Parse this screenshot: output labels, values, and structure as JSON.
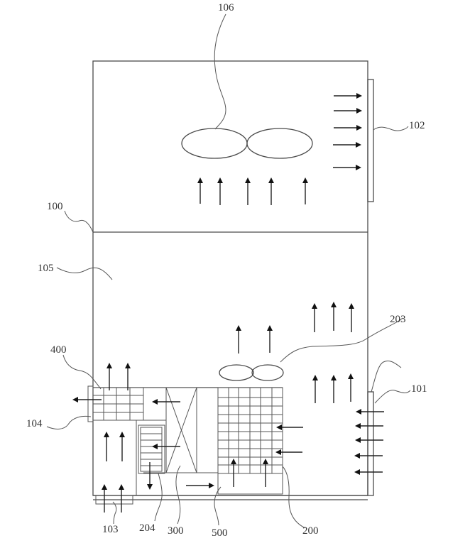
{
  "figure": {
    "type": "patent-schematic",
    "subject": "air treatment cabinet with airflow paths",
    "line_color": "#4a4a4a",
    "background": "#ffffff"
  },
  "labels": {
    "l100": "100",
    "l101": "101",
    "l102": "102",
    "l103": "103",
    "l104": "104",
    "l105": "105",
    "l106": "106",
    "l200": "200",
    "l203": "203",
    "l204": "204",
    "l300": "300",
    "l400": "400",
    "l500": "500"
  },
  "components": [
    {
      "id": "100",
      "name": "housing / partition"
    },
    {
      "id": "101",
      "name": "right inlet grille (lower)"
    },
    {
      "id": "102",
      "name": "right outlet grille (upper)"
    },
    {
      "id": "103",
      "name": "bottom inlet"
    },
    {
      "id": "104",
      "name": "left outlet"
    },
    {
      "id": "105",
      "name": "lower chamber"
    },
    {
      "id": "106",
      "name": "upper fan"
    },
    {
      "id": "200",
      "name": "heat exchanger coil"
    },
    {
      "id": "203",
      "name": "lower fan"
    },
    {
      "id": "204",
      "name": "filter module"
    },
    {
      "id": "300",
      "name": "cross-flow exchanger"
    },
    {
      "id": "400",
      "name": "left coil"
    },
    {
      "id": "500",
      "name": "bottom duct"
    }
  ]
}
